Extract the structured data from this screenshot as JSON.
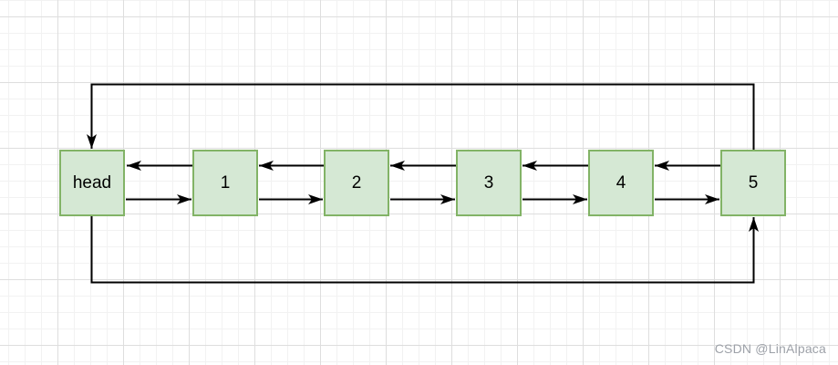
{
  "diagram": {
    "description": "doubly circular linked list",
    "nodes": [
      {
        "id": "head",
        "label": "head"
      },
      {
        "id": "n1",
        "label": "1"
      },
      {
        "id": "n2",
        "label": "2"
      },
      {
        "id": "n3",
        "label": "3"
      },
      {
        "id": "n4",
        "label": "4"
      },
      {
        "id": "n5",
        "label": "5"
      }
    ],
    "edges": [
      {
        "from": "head",
        "to": "1",
        "type": "next"
      },
      {
        "from": "1",
        "to": "2",
        "type": "next"
      },
      {
        "from": "2",
        "to": "3",
        "type": "next"
      },
      {
        "from": "3",
        "to": "4",
        "type": "next"
      },
      {
        "from": "4",
        "to": "5",
        "type": "next"
      },
      {
        "from": "1",
        "to": "head",
        "type": "prev"
      },
      {
        "from": "2",
        "to": "1",
        "type": "prev"
      },
      {
        "from": "3",
        "to": "2",
        "type": "prev"
      },
      {
        "from": "4",
        "to": "3",
        "type": "prev"
      },
      {
        "from": "5",
        "to": "4",
        "type": "prev"
      },
      {
        "from": "5",
        "to": "head",
        "type": "wrap-top"
      },
      {
        "from": "head",
        "to": "5",
        "type": "wrap-bottom"
      }
    ],
    "colors": {
      "node_fill": "#d5e8d4",
      "node_border": "#82b366",
      "edge": "#000000",
      "grid_minor": "#f2f2f2",
      "grid_major": "#dedede",
      "background": "#ffffff"
    }
  },
  "watermark": {
    "text": "CSDN @LinAlpaca",
    "color": "#9da1a8"
  }
}
